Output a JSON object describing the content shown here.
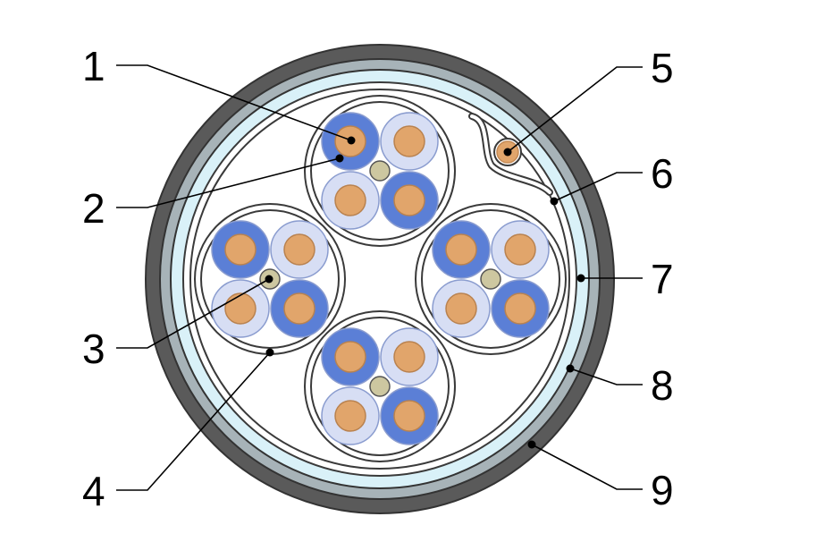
{
  "labels": [
    {
      "id": "1",
      "text": "1"
    },
    {
      "id": "2",
      "text": "2"
    },
    {
      "id": "3",
      "text": "3"
    },
    {
      "id": "4",
      "text": "4"
    },
    {
      "id": "5",
      "text": "5"
    },
    {
      "id": "6",
      "text": "6"
    },
    {
      "id": "7",
      "text": "7"
    },
    {
      "id": "8",
      "text": "8"
    },
    {
      "id": "9",
      "text": "9"
    }
  ],
  "colors": {
    "outer_jacket": "#5a5a5a",
    "grey_layer": "#a7b3b8",
    "blue_layer": "#d9f1f8",
    "screen_white": "#ffffff",
    "outline": "#3a3a3a",
    "insulation_dark": "#5b7fd6",
    "insulation_light": "#d7def4",
    "conductor": "#e1a56b",
    "filler": "#cdc7a0"
  }
}
